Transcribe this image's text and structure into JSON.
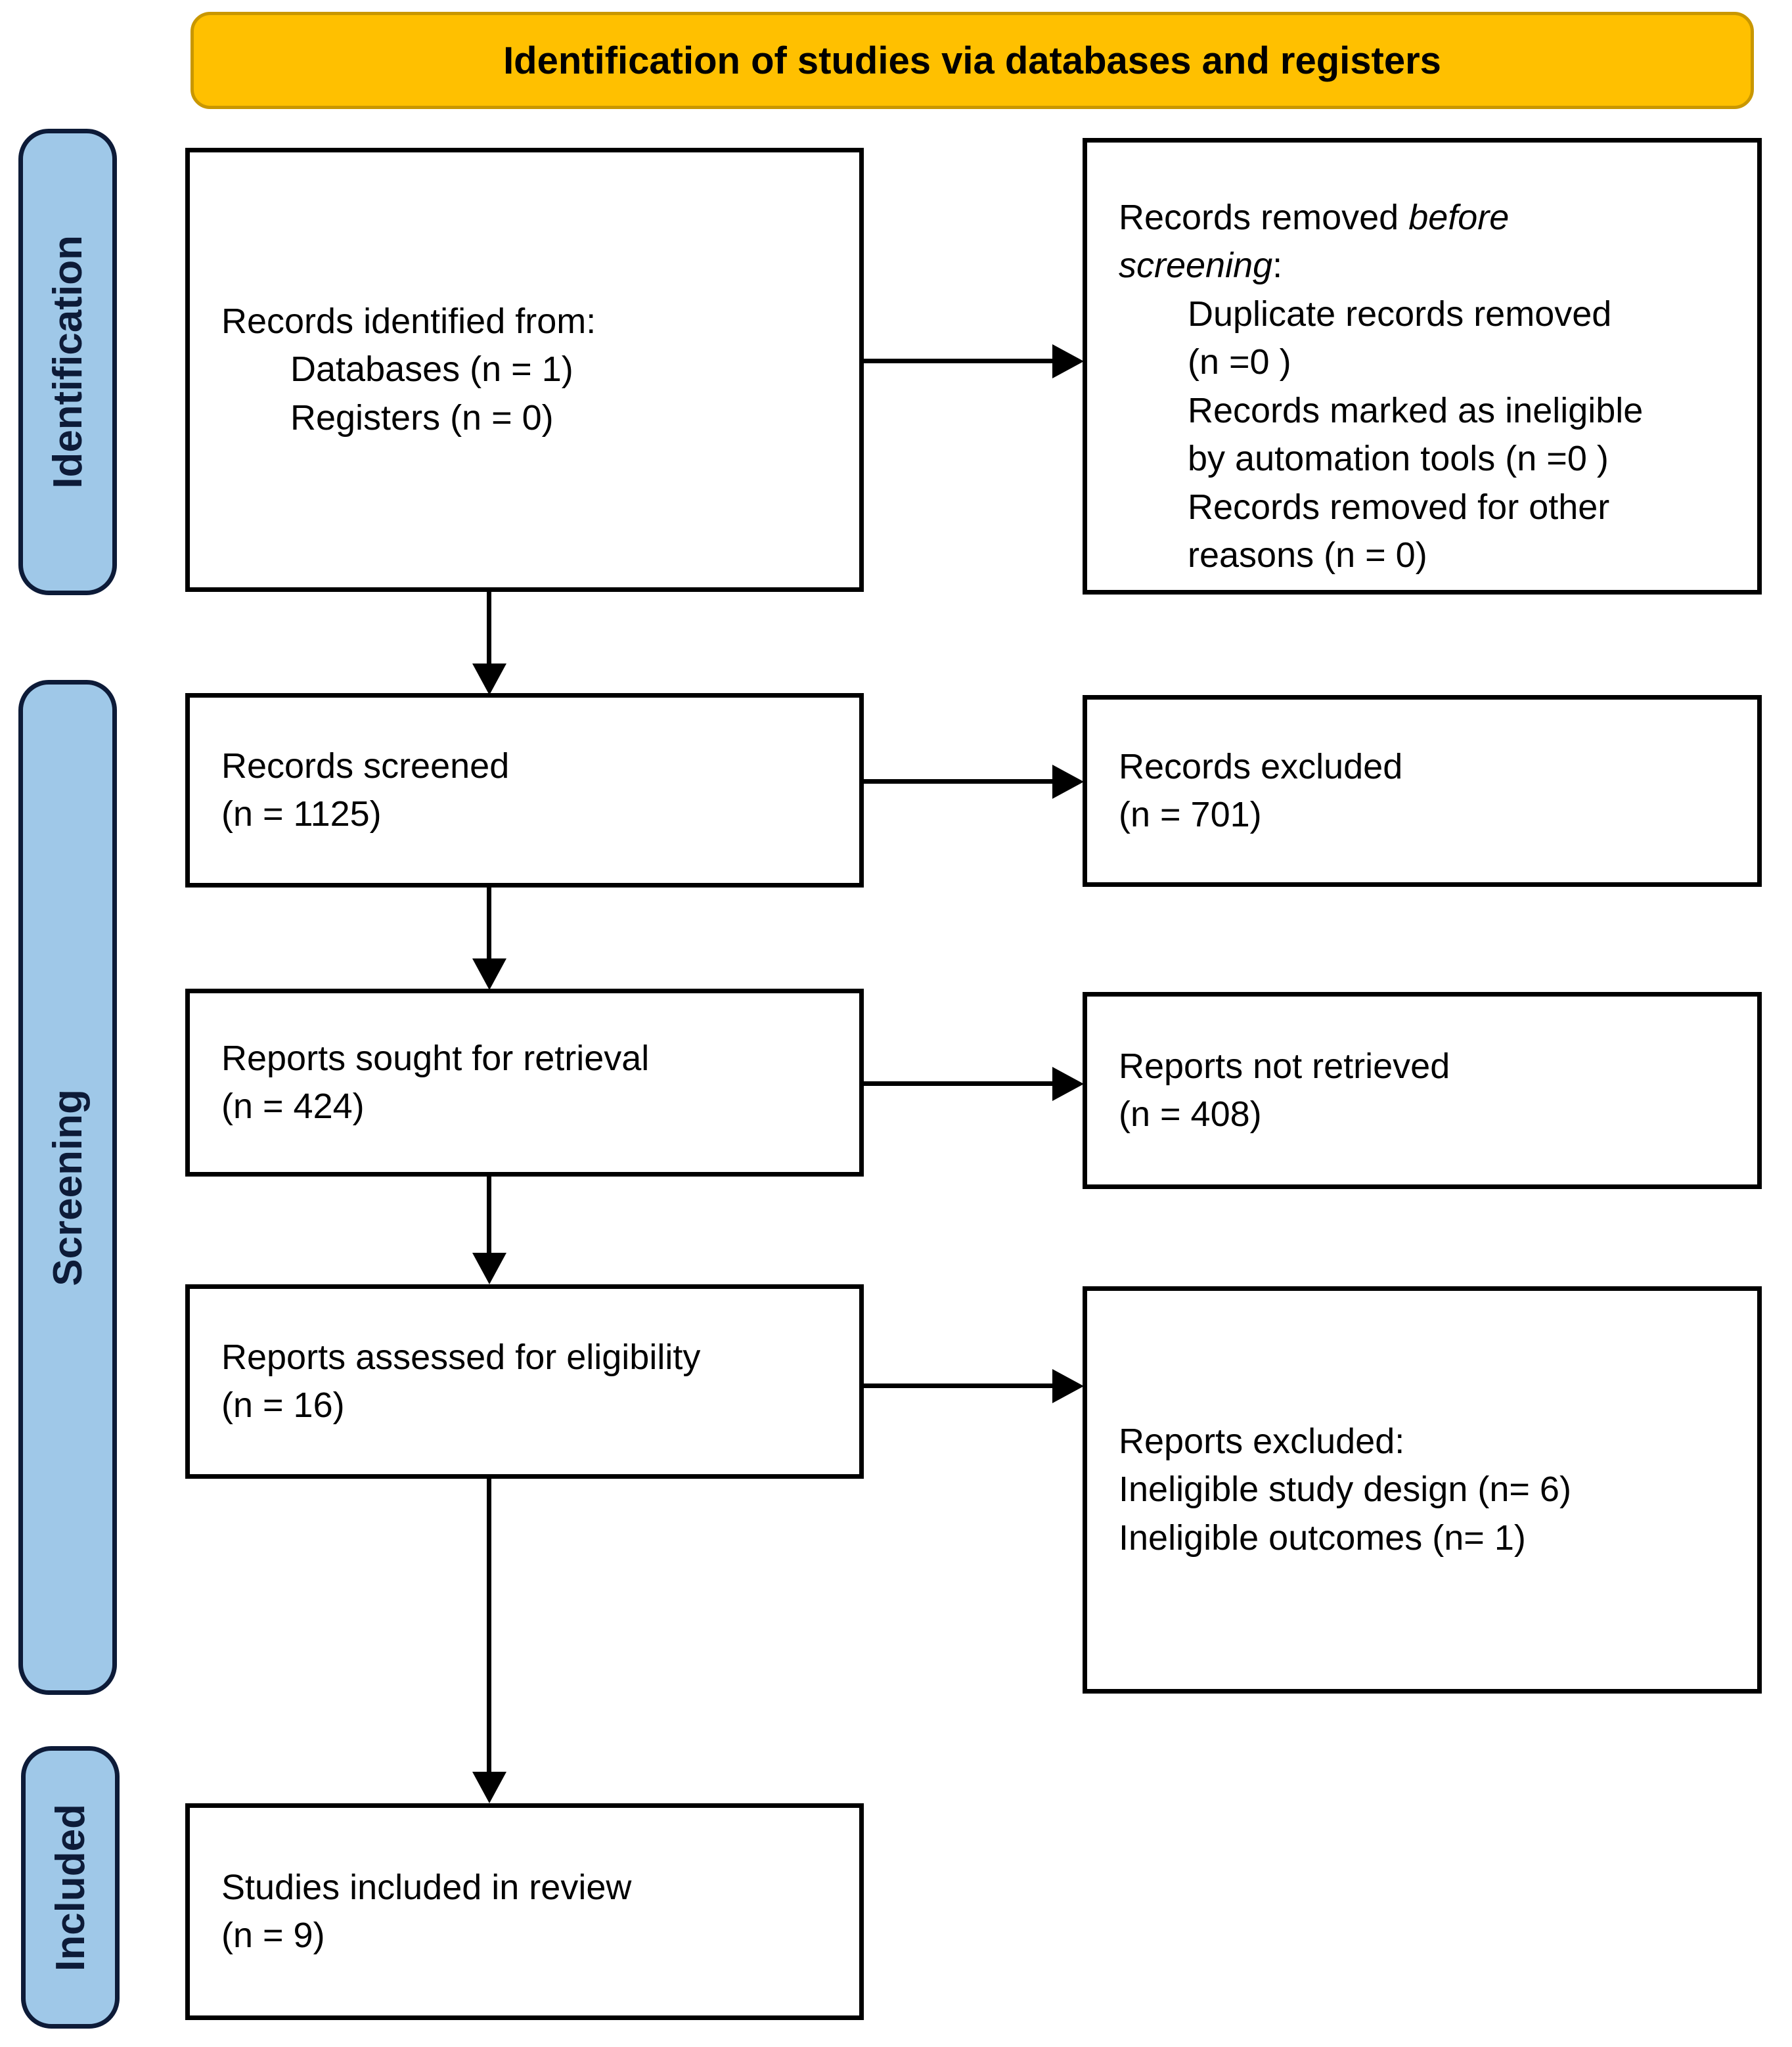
{
  "banner": {
    "title": "Identification of studies via databases and registers"
  },
  "stages": {
    "identification": {
      "label": "Identification"
    },
    "screening": {
      "label": "Screening"
    },
    "included": {
      "label": "Included"
    }
  },
  "boxes": {
    "records_identified": {
      "title": "Records identified from:",
      "items": [
        "Databases (n = 1)",
        "Registers (n = 0)"
      ]
    },
    "records_removed": {
      "title_prefix": "Records removed ",
      "title_italic_1": "before",
      "title_italic_2": "screening",
      "title_suffix": ":",
      "items": [
        "Duplicate records removed",
        "(n =0 )",
        "Records marked as ineligible",
        "by automation tools (n =0 )",
        "Records removed for other",
        "reasons (n = 0)"
      ]
    },
    "records_screened": {
      "line1": "Records screened",
      "line2": "(n = 1125)"
    },
    "records_excluded": {
      "line1": "Records excluded",
      "line2": "(n = 701)"
    },
    "reports_sought": {
      "line1": "Reports sought for retrieval",
      "line2": "(n = 424)"
    },
    "reports_not_retrieved": {
      "line1": "Reports not retrieved",
      "line2": "(n = 408)"
    },
    "reports_assessed": {
      "line1": "Reports assessed for eligibility",
      "line2": "(n = 16)"
    },
    "reports_excluded": {
      "title": "Reports excluded:",
      "items": [
        "Ineligible study design (n= 6)",
        "Ineligible outcomes (n= 1)"
      ]
    },
    "studies_included": {
      "line1": "Studies included in review",
      "line2": "(n = 9)"
    }
  },
  "colors": {
    "banner_fill": "#FFC000",
    "banner_border": "#C99700",
    "stage_fill": "#9FC8E8",
    "stage_border": "#0D1B38",
    "stage_text": "#0D1B38",
    "box_border": "#000000",
    "arrow": "#000000"
  }
}
